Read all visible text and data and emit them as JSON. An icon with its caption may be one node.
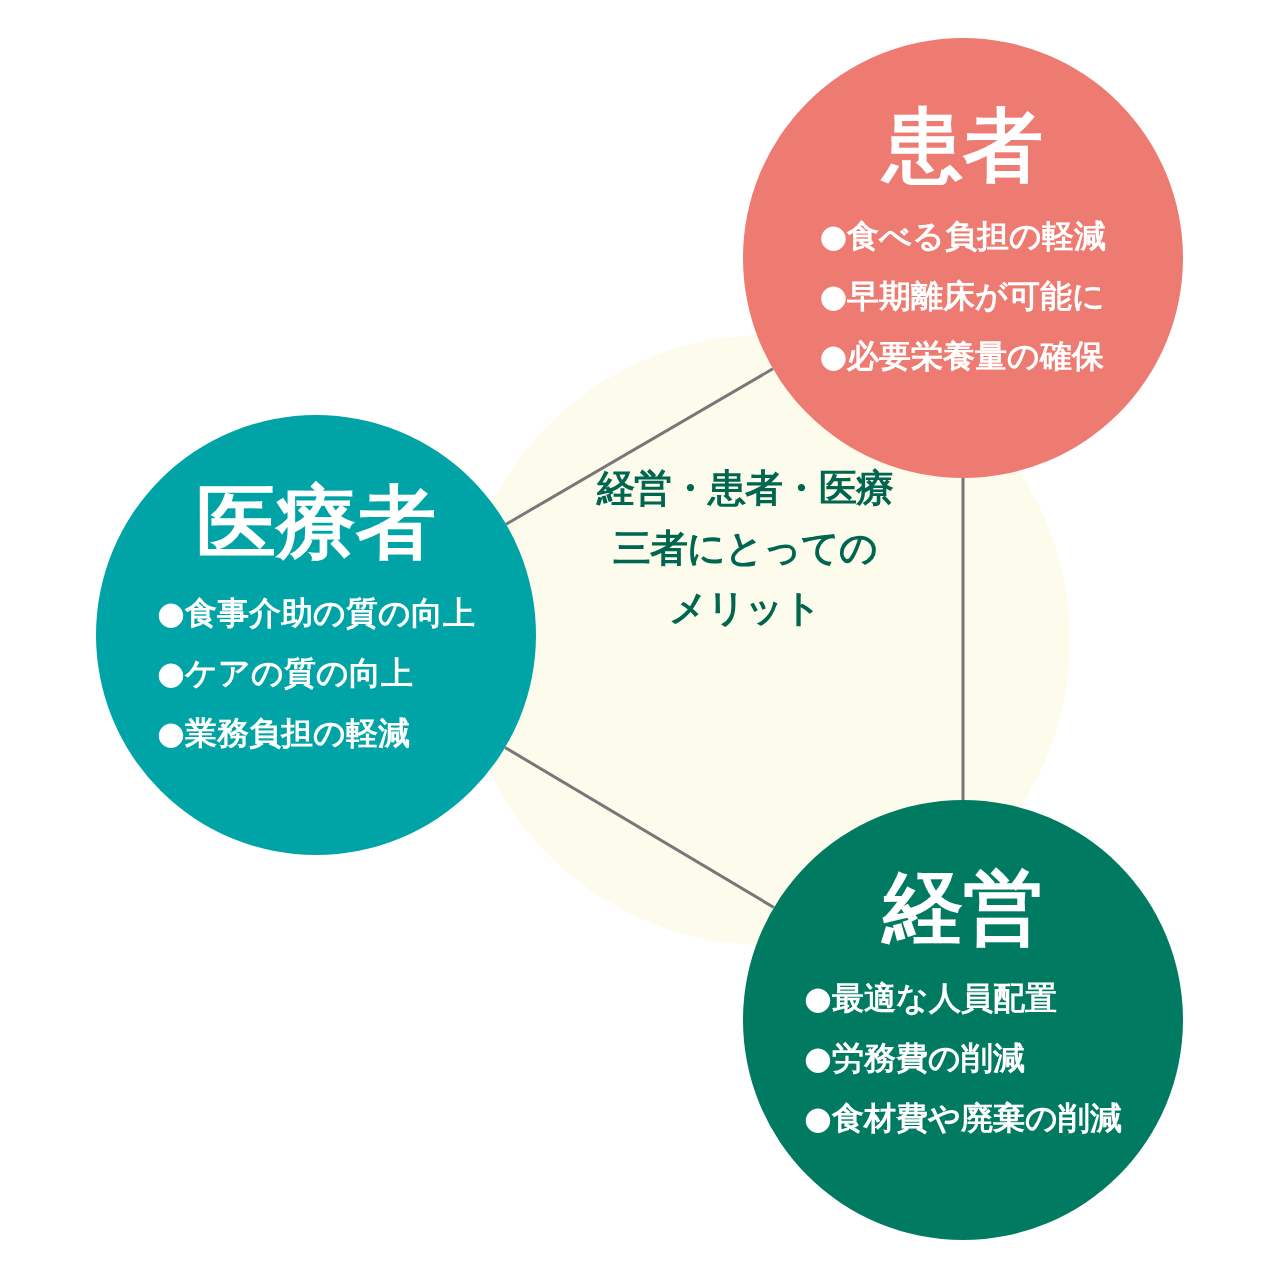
{
  "diagram": {
    "nodes": [
      {
        "text": [
          "経営・患者・医療三者にとってのメリット"
        ]
      },
      {
        "text": [
          "患者",
          "●食べる負担の軽減",
          "●早期離床が可能に",
          "●必要栄養量の確保"
        ]
      },
      {
        "text": [
          "医療者",
          "●食事介助の質の向上",
          "●ケアの質の向上",
          "●業務負担の軽減"
        ]
      },
      {
        "text": [
          "経営",
          "●最適な人員配置",
          "●労務費の削減",
          "●食材費や廃棄の削減"
        ]
      }
    ],
    "edges": [
      {
        "from": 2,
        "to": 1,
        "arrow": "none"
      },
      {
        "from": 1,
        "to": 3,
        "arrow": "none"
      },
      {
        "from": 2,
        "to": 3,
        "arrow": "none"
      }
    ]
  }
}
